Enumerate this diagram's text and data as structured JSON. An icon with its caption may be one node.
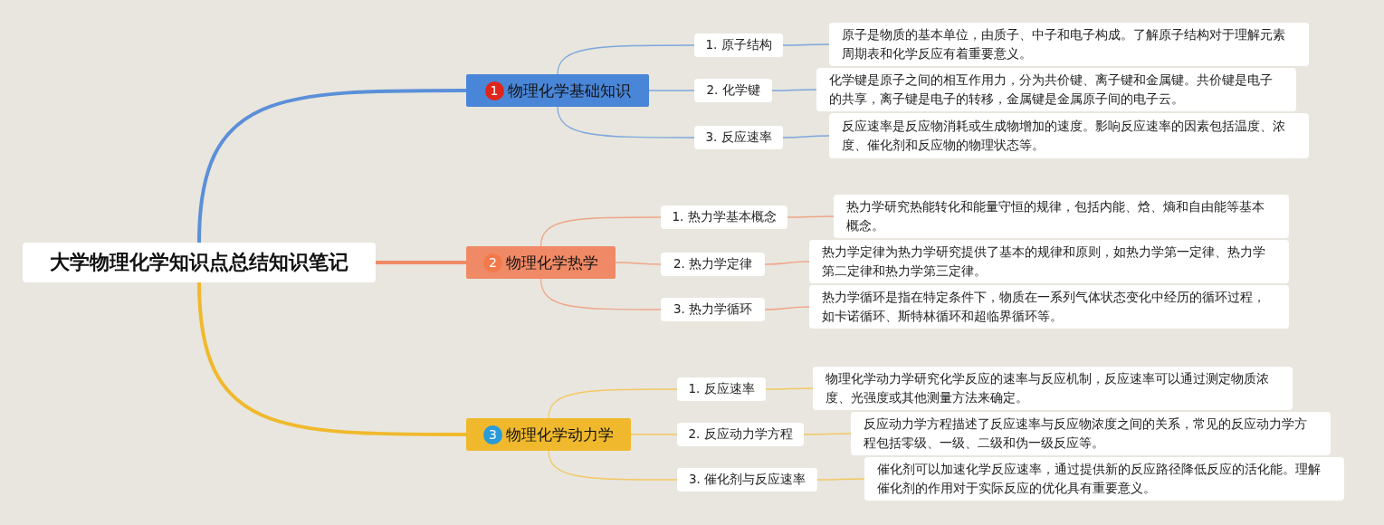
{
  "diagram": {
    "nodes": [
      {
        "text": [
          "大学物理化学知识点总结知识笔记"
        ]
      },
      {
        "text": [
          "1",
          "物理化学基础知识"
        ]
      },
      {
        "text": [
          "1. 原子结构"
        ]
      },
      {
        "text": [
          "原子是物质的基本单位，由质子、中子和电子构成。了解原子结构对于理解元素周期表和化学反应有着重要意义。"
        ]
      },
      {
        "text": [
          "2. 化学键"
        ]
      },
      {
        "text": [
          "化学键是原子之间的相互作用力，分为共价键、离子键和金属键。共价键是电子的共享，离子键是电子的转移，金属键是金属原子间的电子云。"
        ]
      },
      {
        "text": [
          "3. 反应速率"
        ]
      },
      {
        "text": [
          "反应速率是反应物消耗或生成物增加的速度。影响反应速率的因素包括温度、浓度、催化剂和反应物的物理状态等。"
        ]
      },
      {
        "text": [
          "2",
          "物理化学热学"
        ]
      },
      {
        "text": [
          "1. 热力学基本概念"
        ]
      },
      {
        "text": [
          "热力学研究热能转化和能量守恒的规律，包括内能、焓、熵和自由能等基本概念。"
        ]
      },
      {
        "text": [
          "2. 热力学定律"
        ]
      },
      {
        "text": [
          "热力学定律为热力学研究提供了基本的规律和原则，如热力学第一定律、热力学第二定律和热力学第三定律。"
        ]
      },
      {
        "text": [
          "3. 热力学循环"
        ]
      },
      {
        "text": [
          "热力学循环是指在特定条件下，物质在一系列气体状态变化中经历的循环过程，如卡诺循环、斯特林循环和超临界循环等。"
        ]
      },
      {
        "text": [
          "3",
          "物理化学动力学"
        ]
      },
      {
        "text": [
          "1. 反应速率"
        ]
      },
      {
        "text": [
          "物理化学动力学研究化学反应的速率与反应机制，反应速率可以通过测定物质浓度、光强度或其他测量方法来确定。"
        ]
      },
      {
        "text": [
          "2. 反应动力学方程"
        ]
      },
      {
        "text": [
          "反应动力学方程描述了反应速率与反应物浓度之间的关系，常见的反应动力学方程包括零级、一级、二级和伪一级反应等。"
        ]
      },
      {
        "text": [
          "3. 催化剂与反应速率"
        ]
      },
      {
        "text": [
          "催化剂可以加速化学反应速率，通过提供新的反应路径降低反应的活化能。理解催化剂的作用对于实际反应的优化具有重要意义。"
        ]
      }
    ],
    "edges": [
      {
        "from": 0,
        "to": 1,
        "arrow": "none",
        "style": "thick",
        "color": "#5b8fd9"
      },
      {
        "from": 1,
        "to": 2,
        "arrow": "none",
        "color": "#7fa6dc"
      },
      {
        "from": 2,
        "to": 3,
        "arrow": "none",
        "color": "#7fa6dc"
      },
      {
        "from": 1,
        "to": 4,
        "arrow": "none",
        "color": "#7fa6dc"
      },
      {
        "from": 4,
        "to": 5,
        "arrow": "none",
        "color": "#7fa6dc"
      },
      {
        "from": 1,
        "to": 6,
        "arrow": "none",
        "color": "#7fa6dc"
      },
      {
        "from": 6,
        "to": 7,
        "arrow": "none",
        "color": "#7fa6dc"
      },
      {
        "from": 0,
        "to": 8,
        "arrow": "none",
        "style": "thick",
        "color": "#f08a66"
      },
      {
        "from": 8,
        "to": 9,
        "arrow": "none",
        "color": "#f0a58a"
      },
      {
        "from": 9,
        "to": 10,
        "arrow": "none",
        "color": "#f0a58a"
      },
      {
        "from": 8,
        "to": 11,
        "arrow": "none",
        "color": "#f0a58a"
      },
      {
        "from": 11,
        "to": 12,
        "arrow": "none",
        "color": "#f0a58a"
      },
      {
        "from": 8,
        "to": 13,
        "arrow": "none",
        "color": "#f0a58a"
      },
      {
        "from": 13,
        "to": 14,
        "arrow": "none",
        "color": "#f0a58a"
      },
      {
        "from": 0,
        "to": 15,
        "arrow": "none",
        "style": "thick",
        "color": "#f0b92d"
      },
      {
        "from": 15,
        "to": 16,
        "arrow": "none",
        "color": "#f2c862"
      },
      {
        "from": 16,
        "to": 17,
        "arrow": "none",
        "color": "#f2c862"
      },
      {
        "from": 15,
        "to": 18,
        "arrow": "none",
        "color": "#f2c862"
      },
      {
        "from": 18,
        "to": 19,
        "arrow": "none",
        "color": "#f2c862"
      },
      {
        "from": 15,
        "to": 20,
        "arrow": "none",
        "color": "#f2c862"
      },
      {
        "from": 20,
        "to": 21,
        "arrow": "none",
        "color": "#f2c862"
      }
    ]
  }
}
